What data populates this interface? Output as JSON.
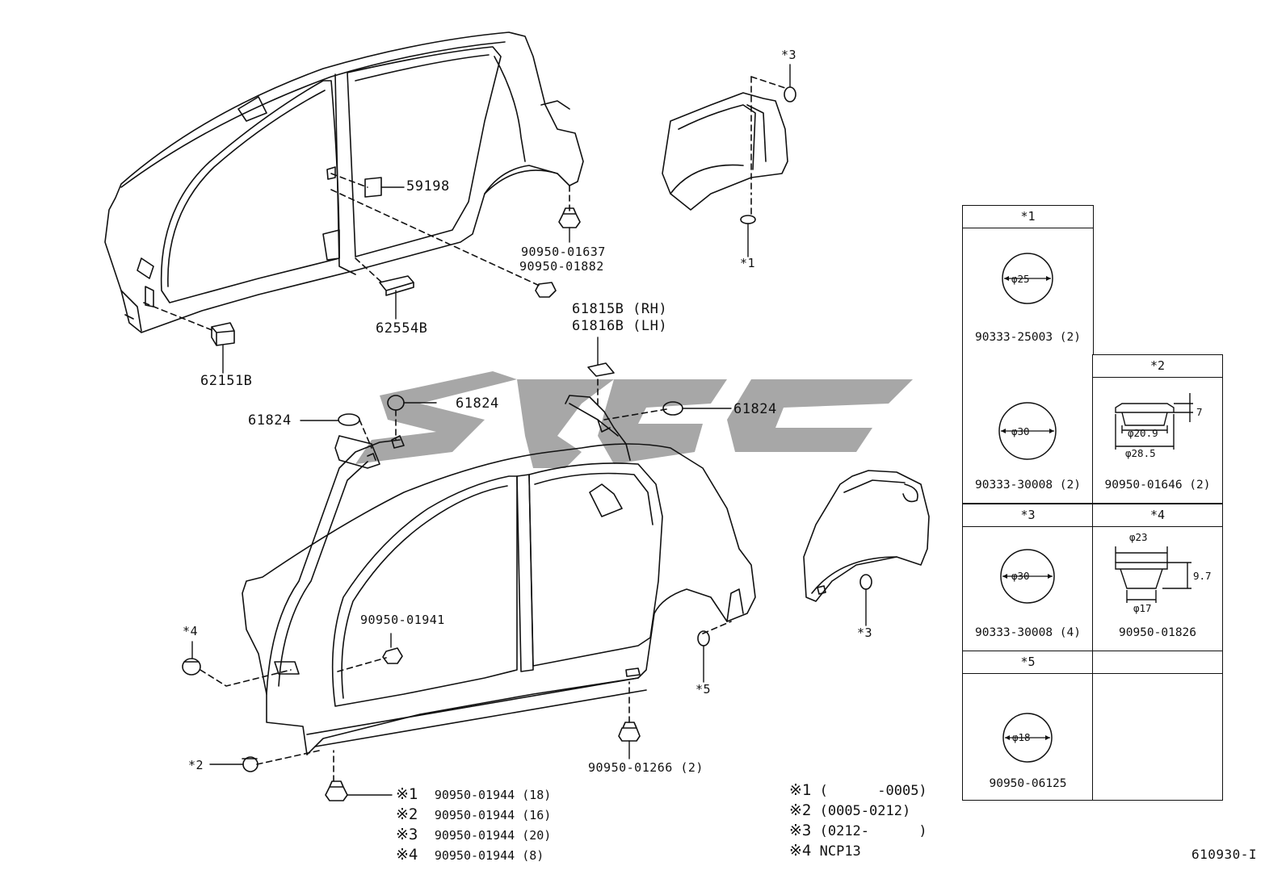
{
  "watermark": {
    "color": "#8a8a8a"
  },
  "callouts": {
    "p59198": "59198",
    "p62554b": "62554B",
    "p62151b": "62151B",
    "p90950_01637": "90950-01637",
    "p90950_01882": "90950-01882",
    "p61815b": "61815B (RH)",
    "p61816b": "61816B (LH)",
    "p61824_left": "61824",
    "p61824_mid": "61824",
    "p61824_right": "61824",
    "p90950_01941": "90950-01941",
    "p90950_01266": "90950-01266 (2)",
    "star3_top": "*3",
    "star1_top": "*1",
    "star3_lower": "*3",
    "star5": "*5",
    "star4": "*4",
    "star2": "*2"
  },
  "qty_notes": [
    {
      "mark": "※1",
      "text": "90950-01944 (18)"
    },
    {
      "mark": "※2",
      "text": "90950-01944 (16)"
    },
    {
      "mark": "※3",
      "text": "90950-01944 (20)"
    },
    {
      "mark": "※4",
      "text": "90950-01944 (8)"
    }
  ],
  "legend_notes": [
    {
      "mark": "※1",
      "text": "(      -0005)"
    },
    {
      "mark": "※2",
      "text": "(0005-0212)"
    },
    {
      "mark": "※3",
      "text": "(0212-      )"
    },
    {
      "mark": "※4",
      "text": "NCP13"
    }
  ],
  "diagram_code": "610930-I",
  "ref_table": {
    "c1": {
      "head": "*1",
      "items": [
        {
          "dia": "φ25",
          "part": "90333-25003 (2)"
        },
        {
          "dia": "φ30",
          "part": "90333-30008 (2)"
        }
      ]
    },
    "c2": {
      "head": "*2",
      "dia_top": "7",
      "dia_inner": "φ20.9",
      "dia_outer": "φ28.5",
      "part": "90950-01646 (2)"
    },
    "c3": {
      "head": "*3",
      "dia": "φ30",
      "part": "90333-30008 (4)"
    },
    "c4": {
      "head": "*4",
      "dia_top": "φ23",
      "dia_height": "9.7",
      "dia_bottom": "φ17",
      "part": "90950-01826"
    },
    "c5": {
      "head": "*5",
      "dia": "φ18",
      "part": "90950-06125"
    }
  }
}
